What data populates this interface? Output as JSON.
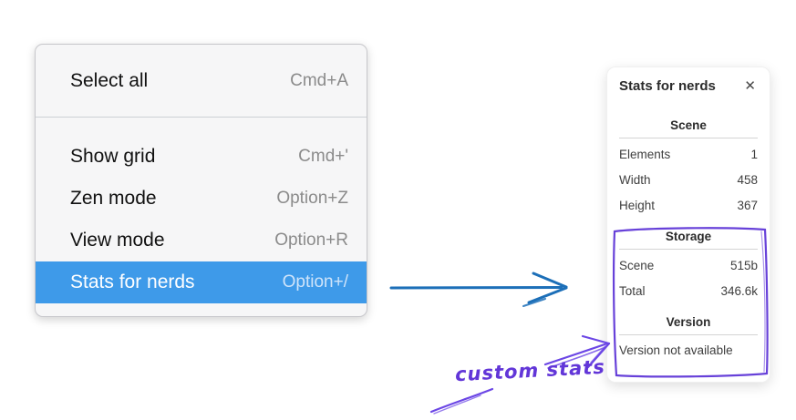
{
  "context_menu": {
    "items": [
      {
        "label": "Select all",
        "shortcut": "Cmd+A"
      },
      {
        "label": "Show grid",
        "shortcut": "Cmd+'"
      },
      {
        "label": "Zen mode",
        "shortcut": "Option+Z"
      },
      {
        "label": "View mode",
        "shortcut": "Option+R"
      },
      {
        "label": "Stats for nerds",
        "shortcut": "Option+/"
      }
    ],
    "highlighted_item": "Stats for nerds",
    "highlight_color": "#3e9ae9"
  },
  "stats_panel": {
    "title": "Stats for nerds",
    "close_glyph": "✕",
    "scene_section": {
      "heading": "Scene",
      "rows": [
        {
          "label": "Elements",
          "value": "1"
        },
        {
          "label": "Width",
          "value": "458"
        },
        {
          "label": "Height",
          "value": "367"
        }
      ]
    },
    "storage_section": {
      "heading": "Storage",
      "rows": [
        {
          "label": "Scene",
          "value": "515b"
        },
        {
          "label": "Total",
          "value": "346.6k"
        }
      ]
    },
    "version_section": {
      "heading": "Version",
      "note": "Version not available"
    }
  },
  "annotations": {
    "custom_stats_label": "custom stats",
    "arrow_blue_color": "#1c6fb8",
    "sketch_purple_color": "#6741d9"
  }
}
